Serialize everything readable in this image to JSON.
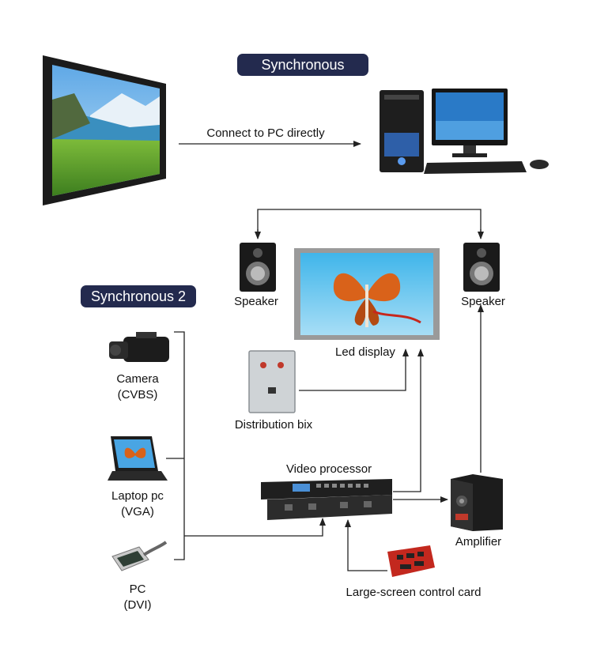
{
  "badges": {
    "synchronous": "Synchronous",
    "synchronous_2": "Synchronous 2"
  },
  "connections": {
    "pc_direct": "Connect to PC directly"
  },
  "devices": {
    "speaker_left": "Speaker",
    "speaker_right": "Speaker",
    "led_display": "Led display",
    "distribution_box": "Distribution bix",
    "camera": "Camera",
    "camera_signal": "(CVBS)",
    "laptop": "Laptop pc",
    "laptop_signal": "(VGA)",
    "pc": "PC",
    "pc_signal": "(DVI)",
    "video_processor": "Video processor",
    "amplifier": "Amplifier",
    "control_card": "Large-screen control card"
  },
  "colors": {
    "badge_bg": "#232a4e",
    "badge_text": "#ffffff",
    "line": "#222222"
  }
}
